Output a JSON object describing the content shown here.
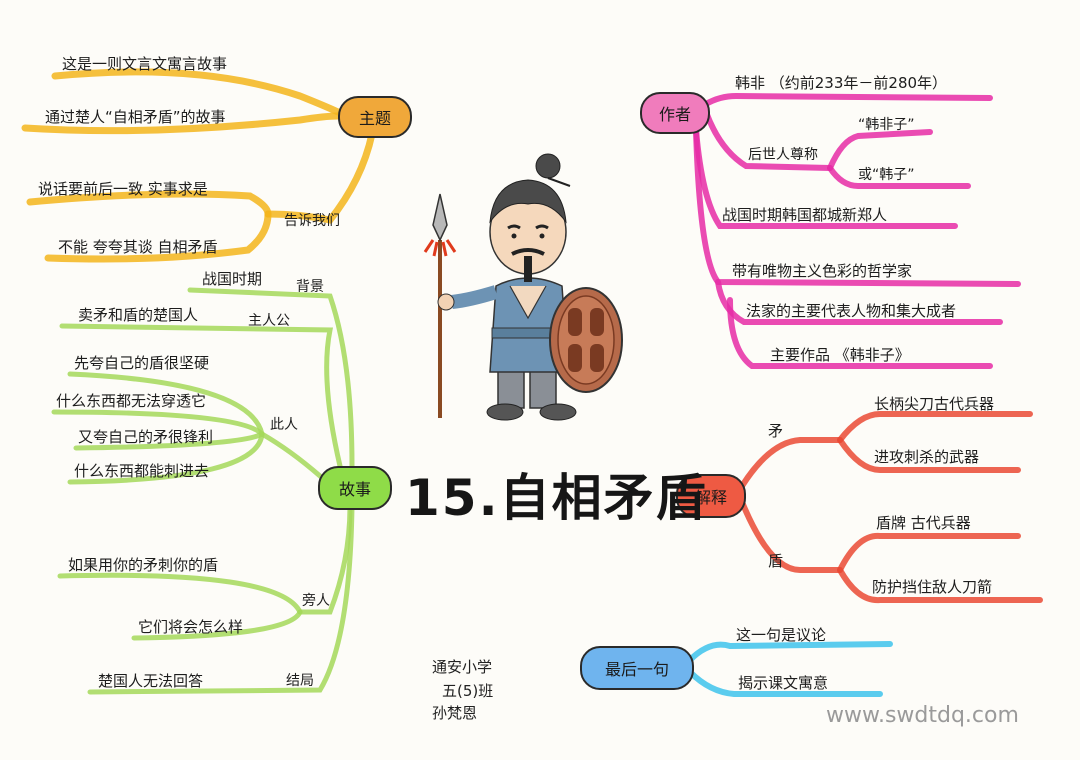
{
  "title": "15.自相矛盾",
  "colors": {
    "theme": "#f3b51c",
    "author": "#e62ca6",
    "story": "#a5d85a",
    "explain": "#ea4a35",
    "last": "#3ec3ec"
  },
  "theme": {
    "label": "主题",
    "items": [
      "这是一则文言文寓言故事",
      "通过楚人“自相矛盾”的故事"
    ],
    "tells": {
      "label": "告诉我们",
      "items": [
        "说话要前后一致 实事求是",
        "不能 夸夸其谈 自相矛盾"
      ]
    }
  },
  "author": {
    "label": "作者",
    "items": [
      "韩非 （约前233年－前280年）",
      "战国时期韩国都城新郑人",
      "带有唯物主义色彩的哲学家",
      "法家的主要代表人物和集大成者",
      "主要作品 《韩非子》"
    ],
    "honor": {
      "label": "后世人尊称",
      "items": [
        "“韩非子”",
        "或“韩子”"
      ]
    }
  },
  "story": {
    "label": "故事",
    "background": {
      "label": "背景",
      "value": "战国时期"
    },
    "protagonist": {
      "label": "主人公",
      "value": "卖矛和盾的楚国人"
    },
    "person": {
      "label": "此人",
      "items": [
        "先夸自己的盾很坚硬",
        "什么东西都无法穿透它",
        "又夸自己的矛很锋利",
        "什么东西都能刺进去"
      ]
    },
    "bystander": {
      "label": "旁人",
      "items": [
        "如果用你的矛刺你的盾",
        "它们将会怎么样"
      ]
    },
    "ending": {
      "label": "结局",
      "value": "楚国人无法回答"
    }
  },
  "explain": {
    "label": "解释",
    "spear": {
      "label": "矛",
      "items": [
        "长柄尖刀古代兵器",
        "进攻刺杀的武器"
      ]
    },
    "shield": {
      "label": "盾",
      "items": [
        "盾牌 古代兵器",
        "防护挡住敌人刀箭"
      ]
    }
  },
  "last": {
    "label": "最后一句",
    "items": [
      "这一句是议论",
      "揭示课文寓意"
    ]
  },
  "signature": [
    "通安小学",
    "五(5)班",
    "孙梵恩"
  ],
  "watermark": "www.swdtdq.com"
}
